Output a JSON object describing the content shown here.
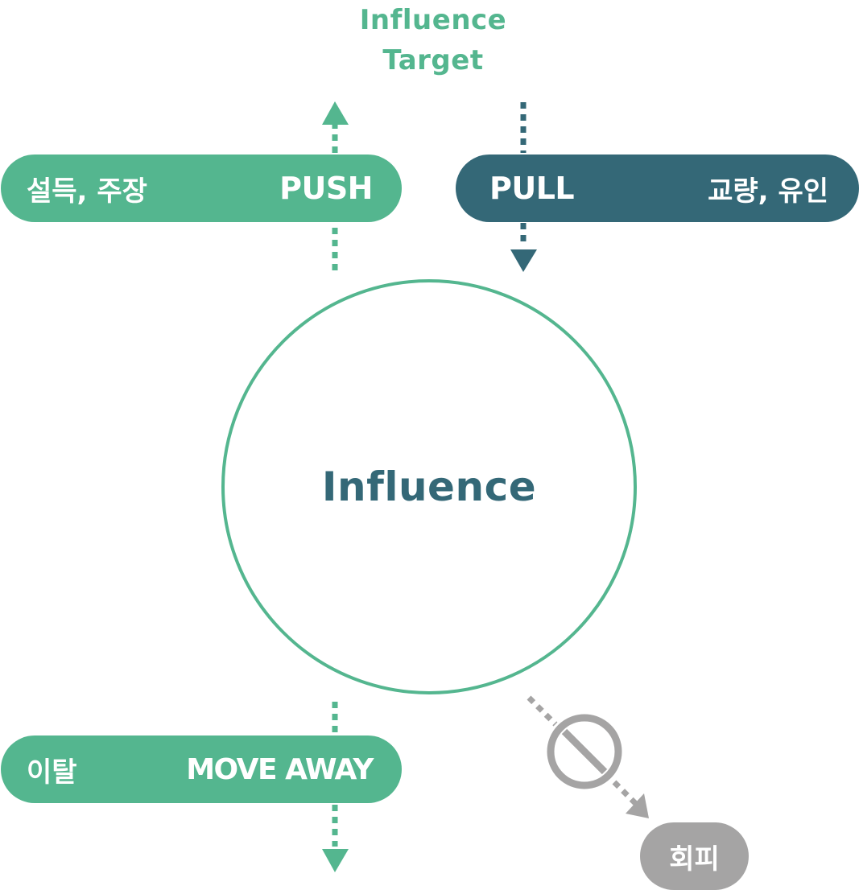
{
  "influence_target": {
    "line1": "Influence",
    "line2": "Target"
  },
  "center": {
    "label": "Influence"
  },
  "push": {
    "en": "PUSH",
    "ko": "설득, 주장"
  },
  "pull": {
    "en": "PULL",
    "ko": "교량, 유인"
  },
  "move_away": {
    "en": "MOVE AWAY",
    "ko": "이탈"
  },
  "avoid": {
    "ko": "회피"
  },
  "colors": {
    "green": "#54b68f",
    "teal": "#346877",
    "gray": "#a5a4a4"
  },
  "icons": [
    "up-arrow-icon",
    "down-arrow-icon",
    "prohibition-icon"
  ]
}
